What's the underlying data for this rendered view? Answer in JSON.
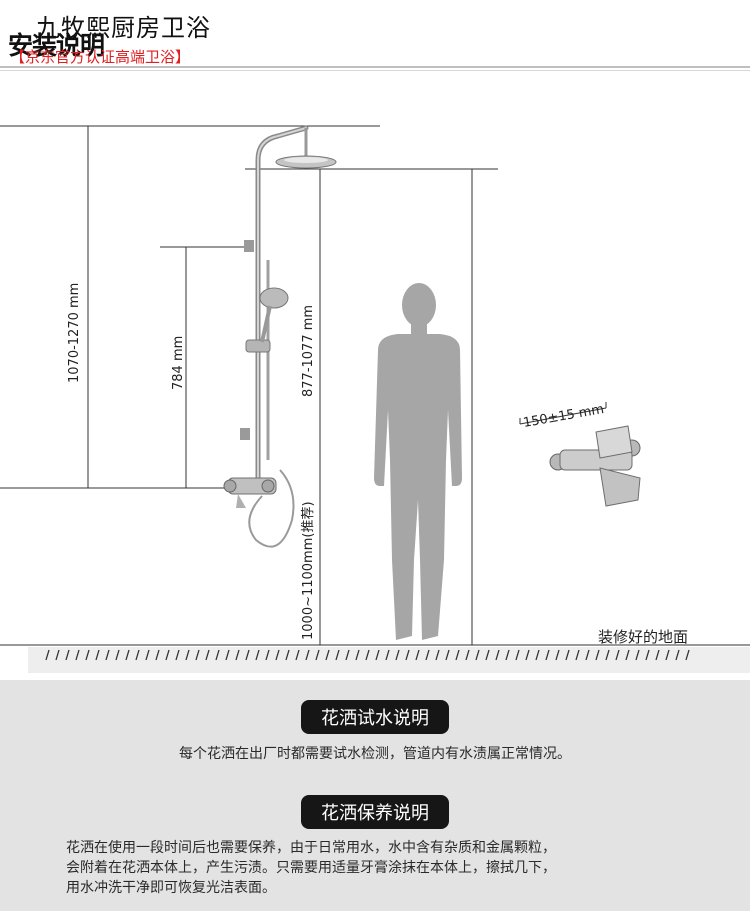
{
  "header": {
    "store_name": "九牧熙厨房卫浴",
    "title": "安装说明",
    "store_tag": "【京东官方认证高端卫浴】"
  },
  "diagram": {
    "dim_total_height": "1070-1270 mm",
    "dim_slide_bar": "784 mm",
    "dim_shower_head": "877-1077 mm",
    "dim_mixer_height": "1000~1100mm(推荐)",
    "dim_inlet_spacing": "150±15 mm",
    "floor_label": "装修好的地面"
  },
  "water_test": {
    "title": "花洒试水说明",
    "text": "每个花洒在出厂时都需要试水检测，管道内有水渍属正常情况。"
  },
  "maintenance": {
    "title": "花洒保养说明",
    "lines": [
      "花洒在使用一段时间后也需要保养，由于日常用水，水中含有杂质和金属颗粒，",
      "会附着在花洒本体上，产生污渍。只需要用适量牙膏涂抹在本体上，擦拭几下，",
      "用水冲洗干净即可恢复光洁表面。"
    ]
  },
  "colors": {
    "accent": "#e02020",
    "pill_bg": "#161616",
    "section_bg": "#e3e3e3",
    "silhouette": "#a6a6a6"
  }
}
